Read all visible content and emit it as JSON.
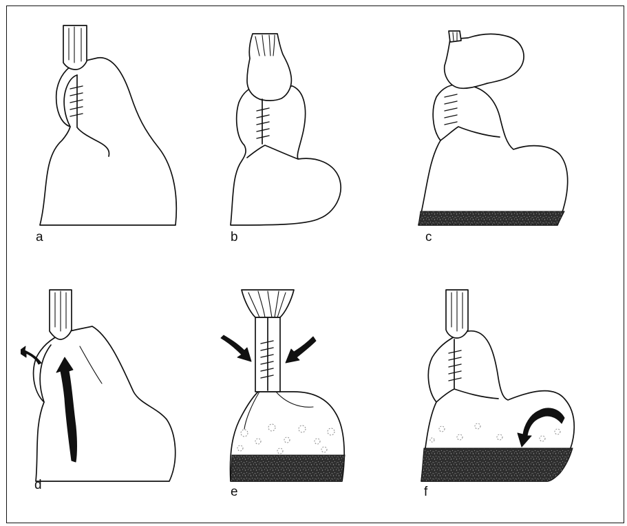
{
  "figure": {
    "panels": [
      {
        "id": "a",
        "label": "a",
        "fluid_level": 0
      },
      {
        "id": "b",
        "label": "b",
        "fluid_level": 0
      },
      {
        "id": "c",
        "label": "c",
        "fluid_level": 0.08
      },
      {
        "id": "d",
        "label": "d",
        "fluid_level": 0
      },
      {
        "id": "e",
        "label": "e",
        "fluid_level": 0.22
      },
      {
        "id": "f",
        "label": "f",
        "fluid_level": 0.2
      }
    ],
    "colors": {
      "ink": "#111111",
      "fluid": "#3a3a3a",
      "background": "#ffffff"
    }
  }
}
